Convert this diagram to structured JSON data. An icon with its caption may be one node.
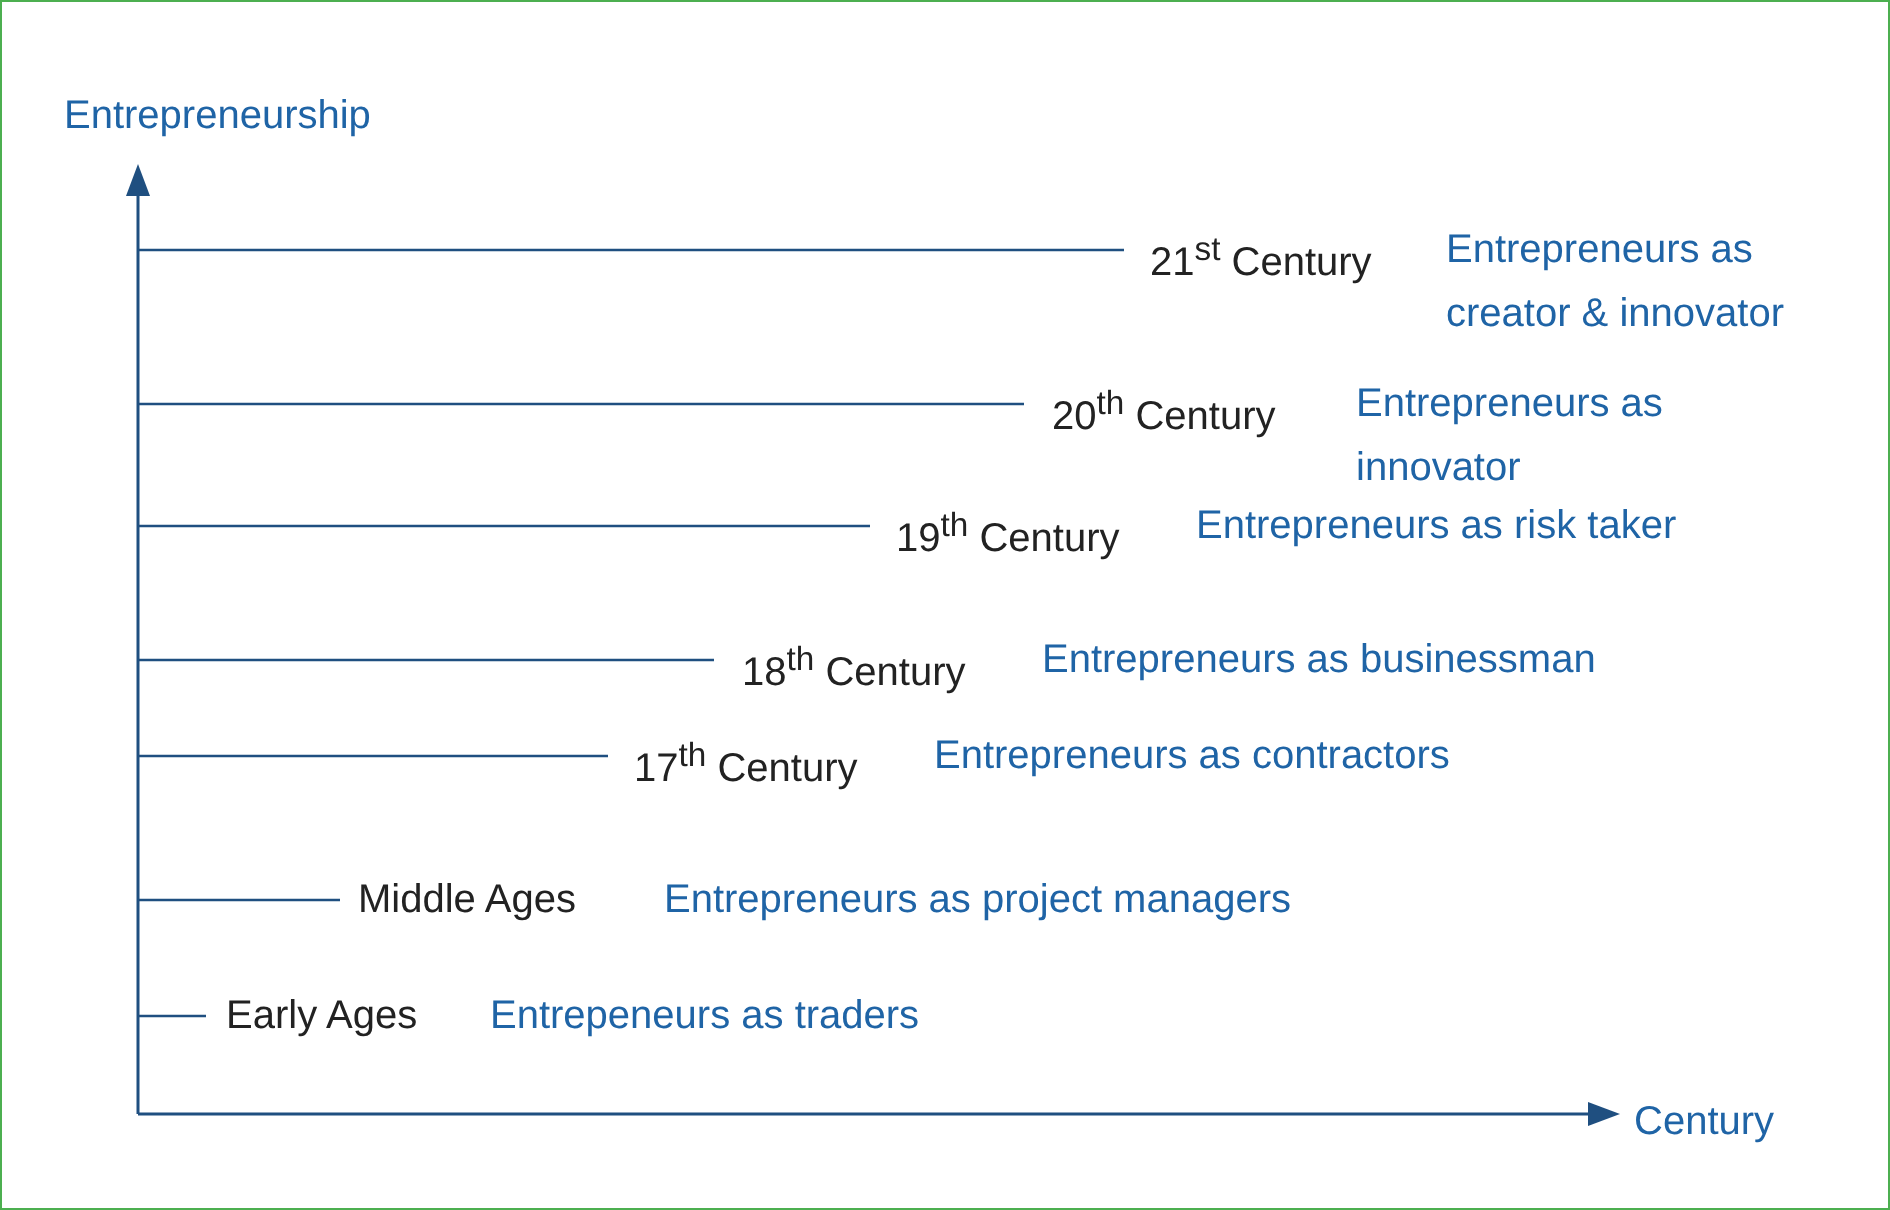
{
  "diagram": {
    "labels": [
      "Entrepreneurship",
      "21$^{st}$ Century",
      "Entrepreneurs as creator & innovator",
      "20$^{th}$ Century",
      "Entrepreneurs as innovator",
      "19$^{th}$ Century",
      "Entrepreneurs as risk taker",
      "18$^{th}$ Century",
      "Entrepreneurs as businessman",
      "17$^{th}$ Century",
      "Entrepreneurs as contractors",
      "Middle Ages",
      "Entrepreneurs as project managers",
      "Early Ages",
      "Entrepeneurs as traders",
      "Century"
    ]
  }
}
